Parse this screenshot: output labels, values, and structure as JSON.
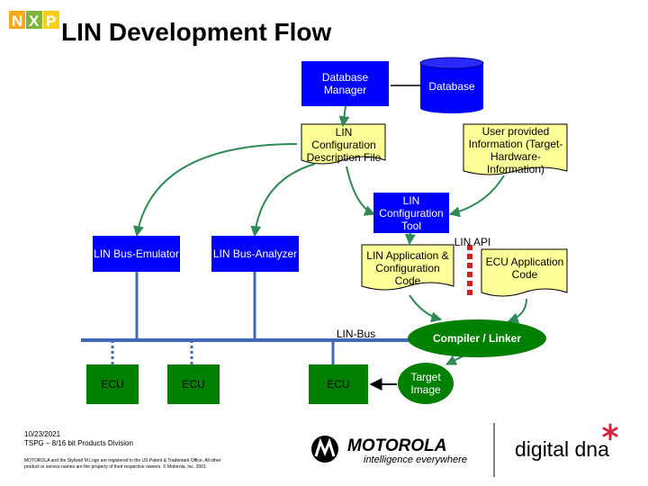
{
  "title": "LIN Development Flow",
  "logo": {
    "letters": [
      "N",
      "X",
      "P"
    ]
  },
  "nodes": {
    "db_manager": "Database Manager",
    "database": "Database",
    "ldf": "LIN Configuration Description File",
    "user_info": "User provided Information (Target-Hardware-Information)",
    "config_tool": "LIN Configuration Tool",
    "bus_emulator": "LIN Bus-Emulator",
    "bus_analyzer": "LIN Bus-Analyzer",
    "app_config_code": "LIN Application & Configuration Code",
    "lin_api": "LIN API",
    "ecu_app_code": "ECU Application Code",
    "lin_bus": "LIN-Bus",
    "compiler_linker": "Compiler / Linker",
    "ecu_1": "ECU",
    "ecu_2": "ECU",
    "ecu_3": "ECU",
    "target_image": "Target Image"
  },
  "footer": {
    "date": "10/23/2021",
    "division": "TSPG – 8/16 bit Products Division",
    "legal_1": "MOTOROLA and the Stylized M Logo are registered in the US Patent & Trademark Office. All other",
    "legal_2": "product or service names are the property of their respective owners. © Motorola, Inc. 2001",
    "brand": "MOTOROLA",
    "tagline": "intelligence everywhere",
    "digitaldna": "digital dna"
  },
  "colors": {
    "blue_box": "#0000ff",
    "green_box": "#008000",
    "note_fill": "#ffff99",
    "arrow": "#2e8b57",
    "bus": "#4169b8",
    "api_marker": "#cc2222"
  }
}
